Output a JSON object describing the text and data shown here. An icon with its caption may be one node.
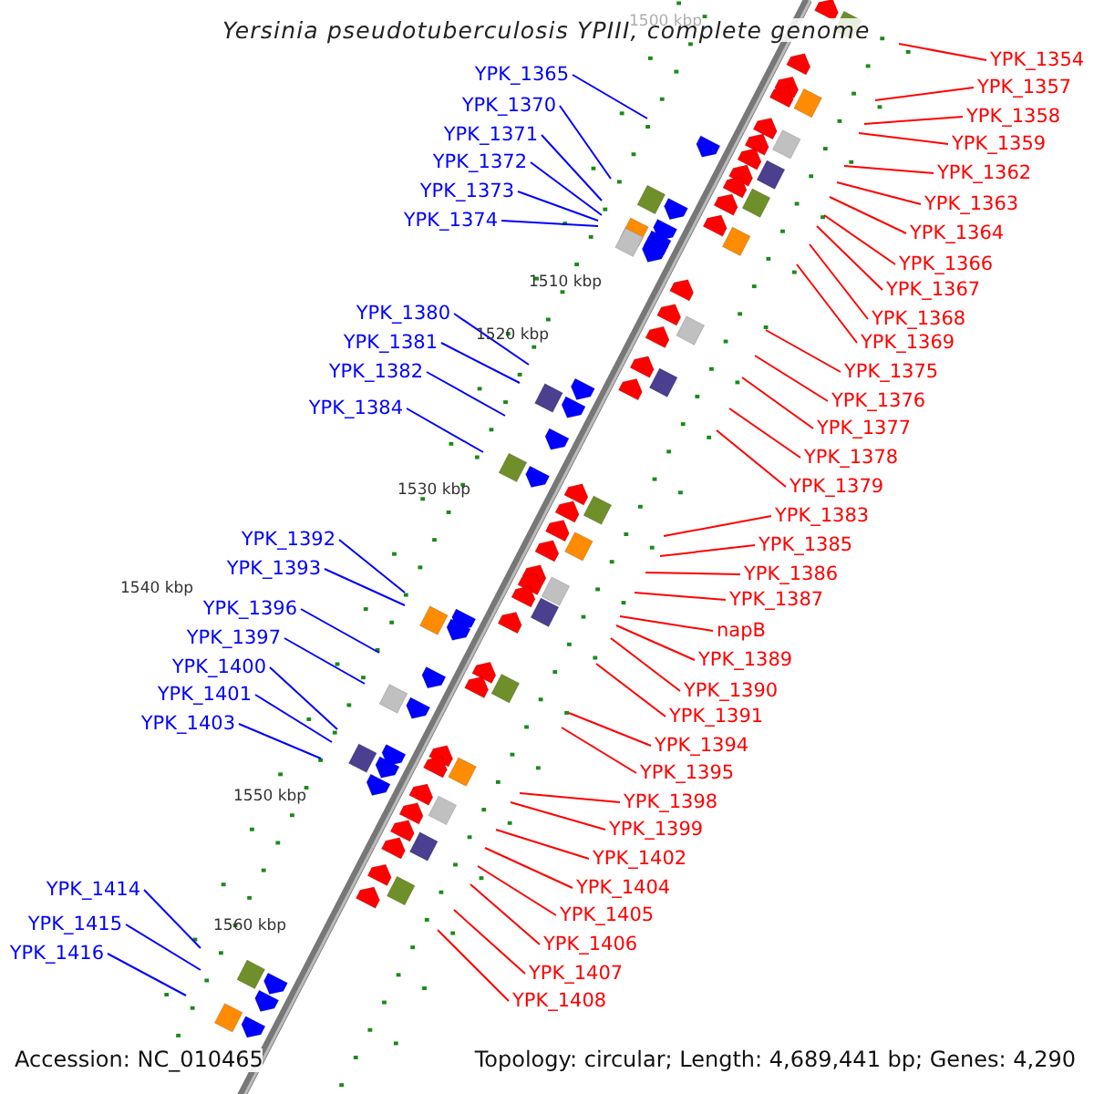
{
  "diagram": {
    "title": "Yersinia pseudotuberculosis YPIII, complete genome",
    "nodes": [
      {
        "text": [
          "YPK_1365"
        ]
      },
      {
        "text": [
          "YPK_1370"
        ]
      },
      {
        "text": [
          "YPK_1371"
        ]
      },
      {
        "text": [
          "YPK_1372"
        ]
      },
      {
        "text": [
          "YPK_1373"
        ]
      },
      {
        "text": [
          "YPK_1374"
        ]
      },
      {
        "text": [
          "YPK_1380"
        ]
      },
      {
        "text": [
          "YPK_1381"
        ]
      },
      {
        "text": [
          "YPK_1382"
        ]
      },
      {
        "text": [
          "YPK_1384"
        ]
      },
      {
        "text": [
          "YPK_1392"
        ]
      },
      {
        "text": [
          "YPK_1393"
        ]
      },
      {
        "text": [
          "YPK_1396"
        ]
      },
      {
        "text": [
          "YPK_1397"
        ]
      },
      {
        "text": [
          "YPK_1400"
        ]
      },
      {
        "text": [
          "YPK_1401"
        ]
      },
      {
        "text": [
          "YPK_1403"
        ]
      },
      {
        "text": [
          "YPK_1414"
        ]
      },
      {
        "text": [
          "YPK_1415"
        ]
      },
      {
        "text": [
          "YPK_1416"
        ]
      },
      {
        "text": [
          "YPK_1354"
        ]
      },
      {
        "text": [
          "YPK_1357"
        ]
      },
      {
        "text": [
          "YPK_1358"
        ]
      },
      {
        "text": [
          "YPK_1359"
        ]
      },
      {
        "text": [
          "YPK_1362"
        ]
      },
      {
        "text": [
          "YPK_1363"
        ]
      },
      {
        "text": [
          "YPK_1364"
        ]
      },
      {
        "text": [
          "YPK_1366"
        ]
      },
      {
        "text": [
          "YPK_1367"
        ]
      },
      {
        "text": [
          "YPK_1368"
        ]
      },
      {
        "text": [
          "YPK_1369"
        ]
      },
      {
        "text": [
          "YPK_1375"
        ]
      },
      {
        "text": [
          "YPK_1376"
        ]
      },
      {
        "text": [
          "YPK_1377"
        ]
      },
      {
        "text": [
          "YPK_1378"
        ]
      },
      {
        "text": [
          "YPK_1379"
        ]
      },
      {
        "text": [
          "YPK_1383"
        ]
      },
      {
        "text": [
          "YPK_1385"
        ]
      },
      {
        "text": [
          "YPK_1386"
        ]
      },
      {
        "text": [
          "YPK_1387"
        ]
      },
      {
        "text": [
          "napB"
        ]
      },
      {
        "text": [
          "YPK_1389"
        ]
      },
      {
        "text": [
          "YPK_1390"
        ]
      },
      {
        "text": [
          "YPK_1391"
        ]
      },
      {
        "text": [
          "YPK_1394"
        ]
      },
      {
        "text": [
          "YPK_1395"
        ]
      },
      {
        "text": [
          "YPK_1398"
        ]
      },
      {
        "text": [
          "YPK_1399"
        ]
      },
      {
        "text": [
          "YPK_1402"
        ]
      },
      {
        "text": [
          "YPK_1404"
        ]
      },
      {
        "text": [
          "YPK_1405"
        ]
      },
      {
        "text": [
          "YPK_1406"
        ]
      },
      {
        "text": [
          "YPK_1407"
        ]
      },
      {
        "text": [
          "YPK_1408"
        ]
      }
    ],
    "edges": [
      {
        "from": 0,
        "to": null,
        "arrow": "none",
        "color": "#0000ff"
      },
      {
        "from": 1,
        "to": null,
        "arrow": "none",
        "color": "#0000ff"
      },
      {
        "from": 2,
        "to": null,
        "arrow": "none",
        "color": "#0000ff"
      },
      {
        "from": 3,
        "to": null,
        "arrow": "none",
        "color": "#0000ff"
      },
      {
        "from": 4,
        "to": null,
        "arrow": "none",
        "color": "#0000ff"
      },
      {
        "from": 5,
        "to": null,
        "arrow": "none",
        "color": "#0000ff"
      },
      {
        "from": 6,
        "to": null,
        "arrow": "none",
        "color": "#0000ff"
      },
      {
        "from": 7,
        "to": null,
        "arrow": "none",
        "color": "#0000ff"
      },
      {
        "from": 8,
        "to": null,
        "arrow": "none",
        "color": "#0000ff"
      },
      {
        "from": 9,
        "to": null,
        "arrow": "none",
        "color": "#0000ff"
      },
      {
        "from": 10,
        "to": null,
        "arrow": "none",
        "color": "#0000ff"
      },
      {
        "from": 11,
        "to": null,
        "arrow": "none",
        "color": "#0000ff"
      },
      {
        "from": 12,
        "to": null,
        "arrow": "none",
        "color": "#0000ff"
      },
      {
        "from": 13,
        "to": null,
        "arrow": "none",
        "color": "#0000ff"
      },
      {
        "from": 14,
        "to": null,
        "arrow": "none",
        "color": "#0000ff"
      },
      {
        "from": 15,
        "to": null,
        "arrow": "none",
        "color": "#0000ff"
      },
      {
        "from": 16,
        "to": null,
        "arrow": "none",
        "color": "#0000ff"
      },
      {
        "from": 17,
        "to": null,
        "arrow": "none",
        "color": "#0000ff"
      },
      {
        "from": 18,
        "to": null,
        "arrow": "none",
        "color": "#0000ff"
      },
      {
        "from": 19,
        "to": null,
        "arrow": "none",
        "color": "#0000ff"
      },
      {
        "from": 20,
        "to": null,
        "arrow": "none"
      },
      {
        "from": 21,
        "to": null,
        "arrow": "none"
      },
      {
        "from": 22,
        "to": null,
        "arrow": "none"
      },
      {
        "from": 23,
        "to": null,
        "arrow": "none"
      },
      {
        "from": 24,
        "to": null,
        "arrow": "none"
      },
      {
        "from": 25,
        "to": null,
        "arrow": "none"
      },
      {
        "from": 26,
        "to": null,
        "arrow": "none"
      },
      {
        "from": 27,
        "to": null,
        "arrow": "none"
      },
      {
        "from": 28,
        "to": null,
        "arrow": "none"
      },
      {
        "from": 29,
        "to": null,
        "arrow": "none"
      },
      {
        "from": 30,
        "to": null,
        "arrow": "none"
      },
      {
        "from": 31,
        "to": null,
        "arrow": "none"
      },
      {
        "from": 32,
        "to": null,
        "arrow": "none"
      },
      {
        "from": 33,
        "to": null,
        "arrow": "none"
      },
      {
        "from": 34,
        "to": null,
        "arrow": "none"
      },
      {
        "from": 35,
        "to": null,
        "arrow": "none"
      },
      {
        "from": 36,
        "to": null,
        "arrow": "none"
      },
      {
        "from": 37,
        "to": null,
        "arrow": "none"
      },
      {
        "from": 38,
        "to": null,
        "arrow": "none"
      },
      {
        "from": 39,
        "to": null,
        "arrow": "none"
      },
      {
        "from": 40,
        "to": null,
        "arrow": "none"
      },
      {
        "from": 41,
        "to": null,
        "arrow": "none"
      },
      {
        "from": 42,
        "to": null,
        "arrow": "none"
      },
      {
        "from": 43,
        "to": null,
        "arrow": "none"
      },
      {
        "from": 44,
        "to": null,
        "arrow": "none"
      },
      {
        "from": 45,
        "to": null,
        "arrow": "none"
      },
      {
        "from": 46,
        "to": null,
        "arrow": "none"
      },
      {
        "from": 47,
        "to": null,
        "arrow": "none"
      },
      {
        "from": 48,
        "to": null,
        "arrow": "none"
      },
      {
        "from": 49,
        "to": null,
        "arrow": "none"
      },
      {
        "from": 50,
        "to": null,
        "arrow": "none"
      },
      {
        "from": 51,
        "to": null,
        "arrow": "none"
      },
      {
        "from": 52,
        "to": null,
        "arrow": "none"
      },
      {
        "from": 53,
        "to": null,
        "arrow": "none"
      }
    ],
    "labels": [
      "1500 kbp",
      "1510 kbp",
      "1520 kbp",
      "1530 kbp",
      "1540 kbp",
      "1550 kbp",
      "1560 kbp",
      "Accession: NC_010465",
      "Topology: circular; Length: 4,689,441 bp; Genes: 4,290"
    ]
  }
}
